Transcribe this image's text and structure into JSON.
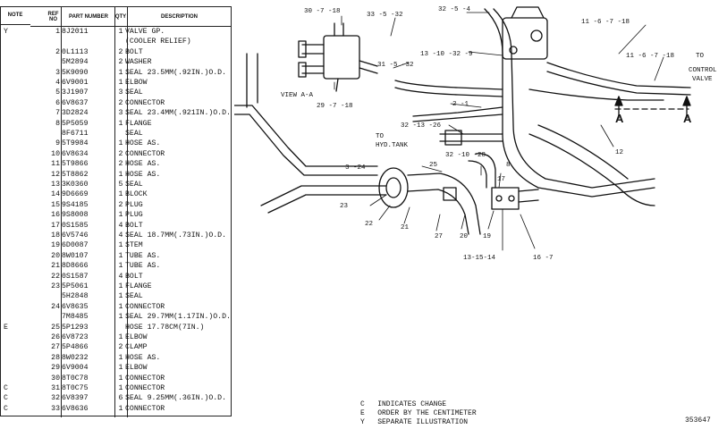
{
  "parts_list": {
    "headers": {
      "note": "NOTE",
      "ref_no": "REF NO",
      "part_number": "PART NUMBER",
      "qty": "QTY",
      "description": "DESCRIPTION"
    },
    "rows": [
      {
        "note": "Y",
        "ref": "1",
        "part": "8J2011",
        "qty": "1",
        "desc": "VALVE GP."
      },
      {
        "note": "",
        "ref": "",
        "part": "",
        "qty": "",
        "desc": "(COOLER RELIEF)"
      },
      {
        "note": "",
        "ref": "2",
        "part": "0L1113",
        "qty": "2",
        "desc": "BOLT"
      },
      {
        "note": "",
        "ref": "",
        "part": "5M2894",
        "qty": "2",
        "desc": "WASHER"
      },
      {
        "note": "",
        "ref": "3",
        "part": "5K9090",
        "qty": "1",
        "desc": "SEAL 23.5MM(.92IN.)O.D."
      },
      {
        "note": "",
        "ref": "4",
        "part": "6V9001",
        "qty": "1",
        "desc": "ELBOW"
      },
      {
        "note": "",
        "ref": "5",
        "part": "3J1907",
        "qty": "3",
        "desc": "SEAL"
      },
      {
        "note": "",
        "ref": "6",
        "part": "6V8637",
        "qty": "2",
        "desc": "CONNECTOR"
      },
      {
        "note": "",
        "ref": "7",
        "part": "3D2824",
        "qty": "3",
        "desc": "SEAL 23.4MM(.921IN.)O.D."
      },
      {
        "note": "",
        "ref": "8",
        "part": "5P5059",
        "qty": "1",
        "desc": "FLANGE"
      },
      {
        "note": "",
        "ref": "",
        "part": "8F6711",
        "qty": "",
        "desc": "SEAL"
      },
      {
        "note": "",
        "ref": "9",
        "part": "5T9984",
        "qty": "1",
        "desc": "HOSE AS."
      },
      {
        "note": "",
        "ref": "10",
        "part": "6V8634",
        "qty": "2",
        "desc": "CONNECTOR"
      },
      {
        "note": "",
        "ref": "11",
        "part": "5T9866",
        "qty": "2",
        "desc": "HOSE AS."
      },
      {
        "note": "",
        "ref": "12",
        "part": "5T8862",
        "qty": "1",
        "desc": "HOSE AS."
      },
      {
        "note": "",
        "ref": "13",
        "part": "3K0360",
        "qty": "5",
        "desc": "SEAL"
      },
      {
        "note": "",
        "ref": "14",
        "part": "9D6669",
        "qty": "1",
        "desc": "BLOCK"
      },
      {
        "note": "",
        "ref": "15",
        "part": "9S4185",
        "qty": "2",
        "desc": "PLUG"
      },
      {
        "note": "",
        "ref": "16",
        "part": "9S8008",
        "qty": "1",
        "desc": "PLUG"
      },
      {
        "note": "",
        "ref": "17",
        "part": "0S1585",
        "qty": "4",
        "desc": "BOLT"
      },
      {
        "note": "",
        "ref": "18",
        "part": "6V5746",
        "qty": "4",
        "desc": "SEAL 18.7MM(.73IN.)O.D."
      },
      {
        "note": "",
        "ref": "19",
        "part": "6D0087",
        "qty": "1",
        "desc": "STEM"
      },
      {
        "note": "",
        "ref": "20",
        "part": "8W0107",
        "qty": "1",
        "desc": "TUBE AS."
      },
      {
        "note": "",
        "ref": "21",
        "part": "8D8666",
        "qty": "1",
        "desc": "TUBE AS."
      },
      {
        "note": "",
        "ref": "22",
        "part": "0S1587",
        "qty": "4",
        "desc": "BOLT"
      },
      {
        "note": "",
        "ref": "23",
        "part": "5P5061",
        "qty": "1",
        "desc": "FLANGE"
      },
      {
        "note": "",
        "ref": "",
        "part": "5H2848",
        "qty": "1",
        "desc": "SEAL"
      },
      {
        "note": "",
        "ref": "24",
        "part": "6V8635",
        "qty": "1",
        "desc": "CONNECTOR"
      },
      {
        "note": "",
        "ref": "",
        "part": "7M8485",
        "qty": "1",
        "desc": "SEAL 29.7MM(1.17IN.)O.D."
      },
      {
        "note": "E",
        "ref": "25",
        "part": "5P1293",
        "qty": "",
        "desc": "HOSE 17.78CM(7IN.)"
      },
      {
        "note": "",
        "ref": "26",
        "part": "6V8723",
        "qty": "1",
        "desc": "ELBOW"
      },
      {
        "note": "",
        "ref": "27",
        "part": "5P4866",
        "qty": "2",
        "desc": "CLAMP"
      },
      {
        "note": "",
        "ref": "28",
        "part": "8W0232",
        "qty": "1",
        "desc": "HOSE AS."
      },
      {
        "note": "",
        "ref": "29",
        "part": "6V9004",
        "qty": "1",
        "desc": "ELBOW"
      },
      {
        "note": "",
        "ref": "30",
        "part": "8T0C78",
        "qty": "1",
        "desc": "CONNECTOR"
      },
      {
        "note": "C",
        "ref": "31",
        "part": "8T0C75",
        "qty": "1",
        "desc": "CONNECTOR"
      },
      {
        "note": "C",
        "ref": "32",
        "part": "6V8397",
        "qty": "6",
        "desc": "SEAL 9.25MM(.36IN.)O.D."
      },
      {
        "note": "C",
        "ref": "33",
        "part": "6V8636",
        "qty": "1",
        "desc": "CONNECTOR"
      }
    ]
  },
  "callouts": {
    "c30": "30 -7 -18",
    "c33": "33 -5 -32",
    "c31": "31 -5 -32",
    "c29": "29 -7 -18",
    "view": "VIEW A-A",
    "c32top": "32 -5 -4",
    "c13top": "13 -10 -32 -9",
    "c11a": "11 -6 -7 -18",
    "c11b": "11 -6 -7 -18",
    "ctrl1": "TO",
    "ctrl2": "CONTROL",
    "ctrl3": "VALVE",
    "secA1": "A",
    "secA2": "A",
    "c2": "2 -1",
    "c32mid": "32 -13 -26",
    "tank1": "TO",
    "tank2": "HYD.TANK",
    "c3": "3 -24",
    "c32low": "32 -10 -28",
    "c25": "25",
    "c8": "8",
    "c12": "12",
    "c17": "17",
    "c23": "23",
    "c22": "22",
    "c21": "21",
    "c27": "27",
    "c20": "20",
    "c19": "19",
    "c13bot": "13-15-14",
    "c16": "16 -7"
  },
  "legend": {
    "c": "C   INDICATES CHANGE",
    "e": "E   ORDER BY THE CENTIMETER",
    "y": "Y   SEPARATE ILLUSTRATION"
  },
  "illustration_number": "353647"
}
